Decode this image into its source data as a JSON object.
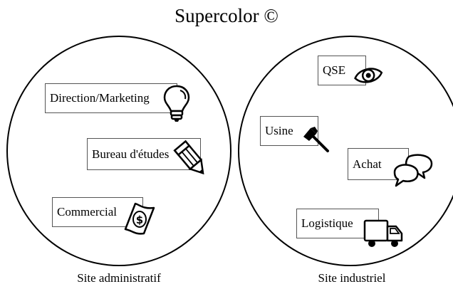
{
  "title": "Supercolor ©",
  "sites": [
    {
      "label": "Site administratif",
      "departments": [
        {
          "label": "Direction/Marketing",
          "icon": "lightbulb-icon"
        },
        {
          "label": "Bureau d'études",
          "icon": "pencil-icon"
        },
        {
          "label": "Commercial",
          "icon": "money-icon"
        }
      ]
    },
    {
      "label": "Site industriel",
      "departments": [
        {
          "label": "QSE",
          "icon": "eye-icon"
        },
        {
          "label": "Usine",
          "icon": "hammer-icon"
        },
        {
          "label": "Achat",
          "icon": "speech-bubbles-icon"
        },
        {
          "label": "Logistique",
          "icon": "truck-icon"
        }
      ]
    }
  ]
}
